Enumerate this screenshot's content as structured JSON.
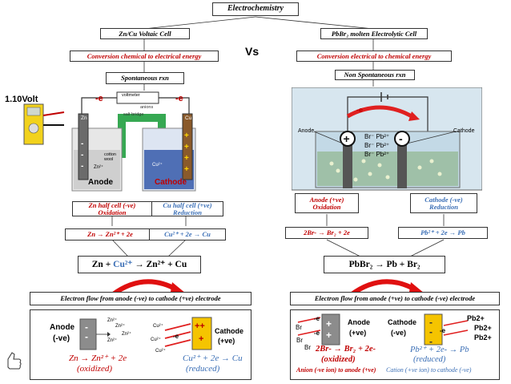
{
  "title": "Electrochemistry",
  "vs": "Vs",
  "left": {
    "cell": "Zn/Cu Voltaic Cell",
    "conversion": "Conversion chemical to electrical energy",
    "spontaneity": "Spontaneous rxn",
    "voltage": "1.10Volt",
    "voltmeter": "voltmeter",
    "anions": "anions",
    "salt_bridge": "salt bridge",
    "cotton_wool": "cotton wool",
    "electron1": "-e",
    "electron2": "-e",
    "zn_label": "Zn",
    "cu_label": "Cu",
    "zn2": "Zn²⁺",
    "cu2": "Cu²⁺",
    "anode": "Anode",
    "cathode": "Cathode",
    "half_anode_1": "Zn half cell (-ve)",
    "half_anode_2": "Oxidation",
    "half_cathode_1": "Cu half cell (+ve)",
    "half_cathode_2": "Reduction",
    "eq_anode": "Zn → Zn²⁺ + 2e",
    "eq_cathode": "Cu²⁺ + 2e → Cu",
    "overall_zn": "Zn",
    "overall_plus1": " + ",
    "overall_cu2": "Cu²⁺",
    "overall_rest": " → Zn²⁺ + Cu",
    "flow": "Electron flow from anode (-ve)  to cathode (+ve) electrode",
    "detail_anode": "Anode",
    "detail_anode_sign": "(-ve)",
    "detail_zn2": "Zn²⁺",
    "detail_cu2": "Cu²⁺",
    "detail_e": "-e",
    "detail_cathode": "Cathode",
    "detail_cathode_sign": "(+ve)",
    "detail_eq1": "Zn → Zn²⁺ + 2e",
    "detail_eq1_note": "(oxidized)",
    "detail_eq2": "Cu²⁺ + 2e → Cu",
    "detail_eq2_note": "(reduced)"
  },
  "right": {
    "cell": "PbBr₂ molten Electrolytic Cell",
    "conversion": "Conversion electrical  to chemical energy",
    "spontaneity": "Non Spontaneous rxn",
    "electron": "-e",
    "anode": "Anode",
    "cathode": "Cathode",
    "ions1": "Br⁻ Pb²⁺",
    "ions2": "Br⁻ Pb²⁺",
    "ions3": "Br⁻ Pb²⁺",
    "half_anode_1": "Anode (+ve)",
    "half_anode_2": "Oxidation",
    "half_cathode_1": "Cathode (-ve)",
    "half_cathode_2": "Reduction",
    "eq_anode": "2Br- → Br₂ + 2e",
    "eq_cathode": "Pb²⁺ + 2e → Pb",
    "overall": "PbBr₂ → Pb + Br₂",
    "flow": "Electron flow from anode (+ve)  to cathode (-ve) electrode",
    "detail_br": "Br",
    "detail_e": "-e",
    "detail_anode": "Anode",
    "detail_anode_sign": "(+ve)",
    "detail_cathode": "Cathode",
    "detail_cathode_sign": "(-ve)",
    "detail_pb": "Pb2+",
    "detail_eq1": "2Br- → Br₂ + 2e-",
    "detail_eq1_note": "(oxidized)",
    "detail_eq1_sub": "Anion (-ve ion) to anode (+ve)",
    "detail_eq2": "Pb²⁺ + 2e- → Pb",
    "detail_eq2_note": "(reduced)",
    "detail_eq2_sub": "Cation (+ve ion) to cathode (-ve)"
  },
  "colors": {
    "red": "#c00000",
    "blue": "#3b6fb6",
    "yellow": "#f5c400",
    "green": "#2e9e3a"
  }
}
